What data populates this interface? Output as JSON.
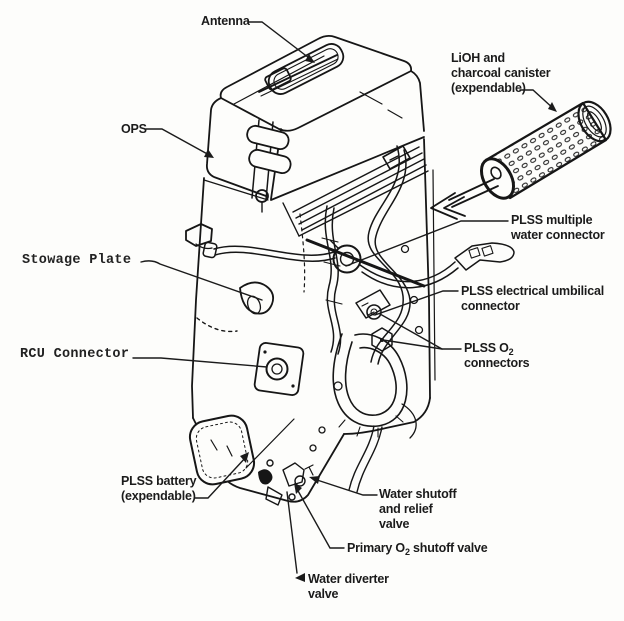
{
  "colors": {
    "ink": "#161616",
    "paper": "#fdfdfb"
  },
  "labels": {
    "antenna": {
      "text": "Antenna"
    },
    "ops": {
      "text": "OPS"
    },
    "lioh_canister": {
      "lines": [
        "LiOH and",
        "charcoal canister",
        "(expendable)"
      ]
    },
    "plss_multiple_water_connector": {
      "lines": [
        "PLSS multiple",
        "water connector"
      ]
    },
    "plss_electrical_umbilical_connector": {
      "lines": [
        "PLSS electrical umbilical",
        "connector"
      ]
    },
    "plss_o2_connectors": {
      "line1_pre": "PLSS O",
      "line1_sub": "2",
      "line2": "connectors"
    },
    "stowage_plate": {
      "text": "Stowage Plate"
    },
    "rcu_connector": {
      "text": "RCU Connector"
    },
    "plss_battery": {
      "lines": [
        "PLSS battery",
        "(expendable)"
      ]
    },
    "water_shutoff_valve": {
      "lines": [
        "Water shutoff",
        "and relief",
        "valve"
      ]
    },
    "primary_o2_valve": {
      "pre": "Primary O",
      "sub": "2",
      "post": " shutoff valve"
    },
    "water_diverter_valve": {
      "lines": [
        "Water diverter",
        "valve"
      ]
    }
  }
}
